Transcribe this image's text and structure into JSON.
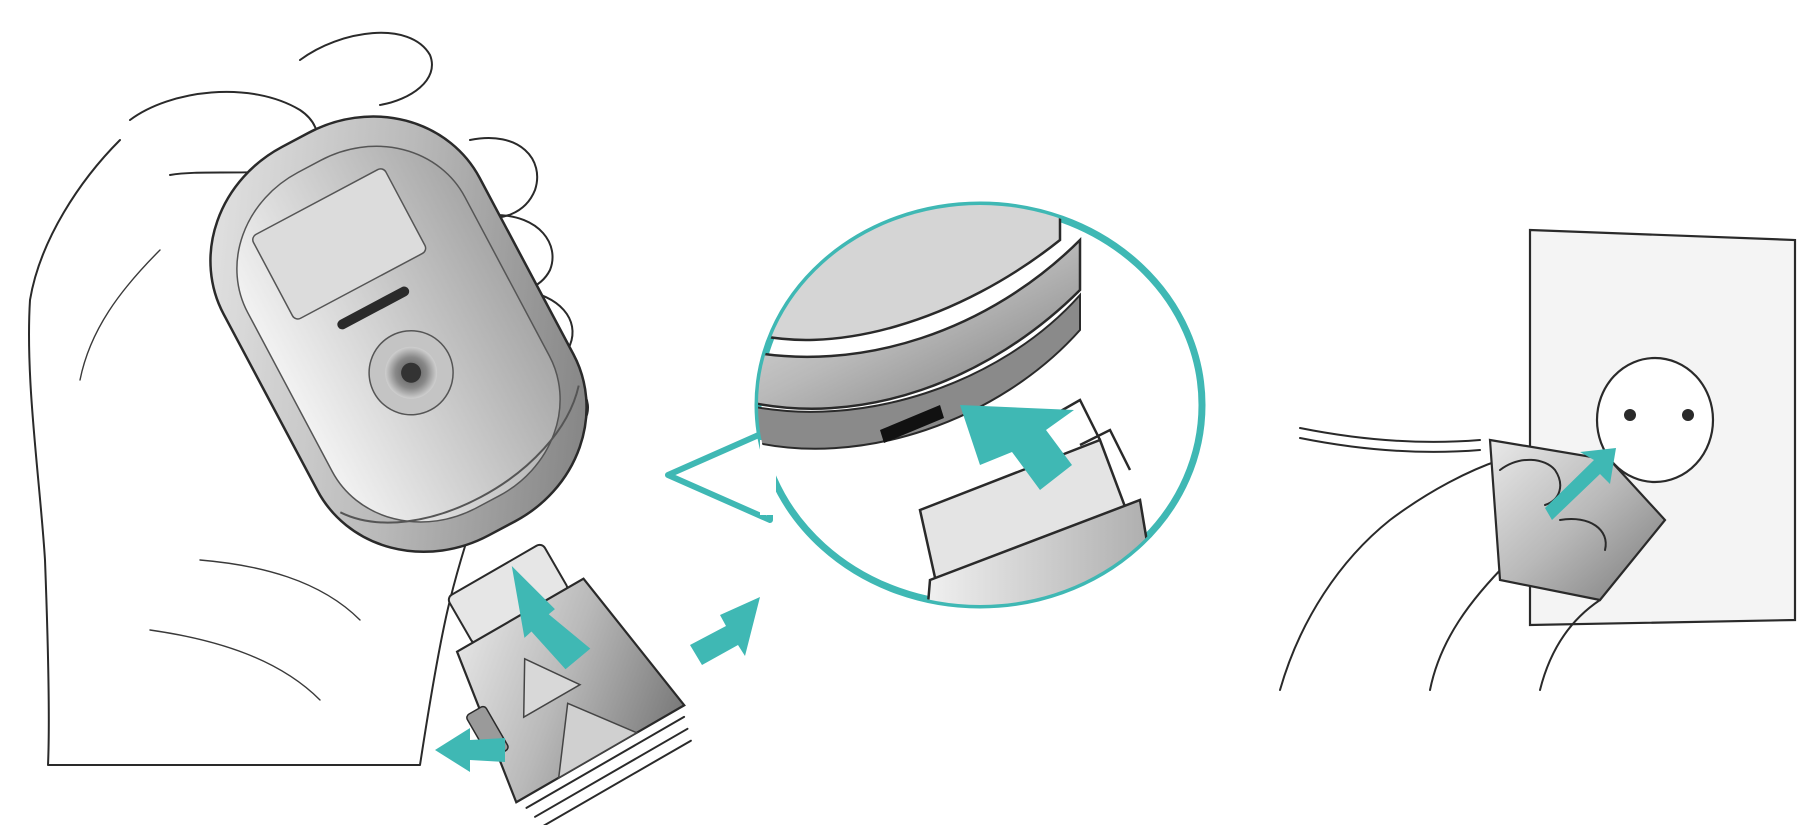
{
  "colors": {
    "background": "#ffffff",
    "accent": "#3fb8b4",
    "outline": "#2a2a2a",
    "phone_silver": "#b9b9b9",
    "phone_dark": "#6e6e6e"
  },
  "scene": {
    "panels": [
      {
        "id": "hand-holding-phone",
        "icon": "phone-in-hand-icon"
      },
      {
        "id": "charger-connector",
        "icon": "connector-plug-icon"
      },
      {
        "id": "connection-detail",
        "icon": "magnifier-callout-icon"
      },
      {
        "id": "wall-outlet",
        "icon": "wall-plug-icon"
      }
    ],
    "arrows": [
      {
        "id": "connector-insert-arrow",
        "icon": "arrow-up-icon"
      },
      {
        "id": "side-press-arrow-right",
        "icon": "arrow-right-icon"
      },
      {
        "id": "side-press-arrow-left",
        "icon": "arrow-left-icon"
      },
      {
        "id": "detail-insert-arrow",
        "icon": "arrow-up-icon"
      },
      {
        "id": "outlet-insert-arrow",
        "icon": "arrow-up-icon"
      }
    ]
  }
}
